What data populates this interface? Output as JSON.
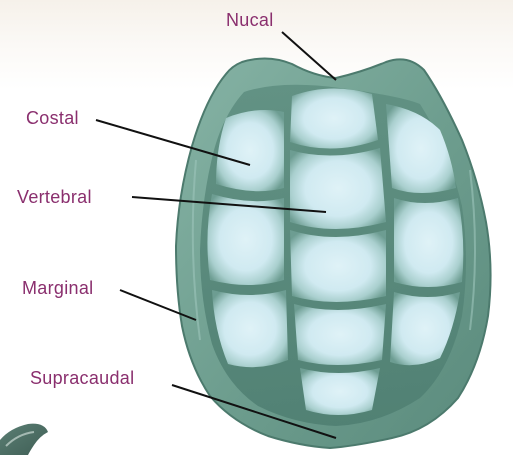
{
  "labels": {
    "nucal": "Nucal",
    "costal": "Costal",
    "vertebral": "Vertebral",
    "marginal": "Marginal",
    "supracaudal": "Supracaudal"
  },
  "colors": {
    "label_text": "#8a2f6e",
    "shell_outer": "#6e9e8f",
    "scute_fill": "#d4ecf2",
    "leader_line": "#111111"
  }
}
